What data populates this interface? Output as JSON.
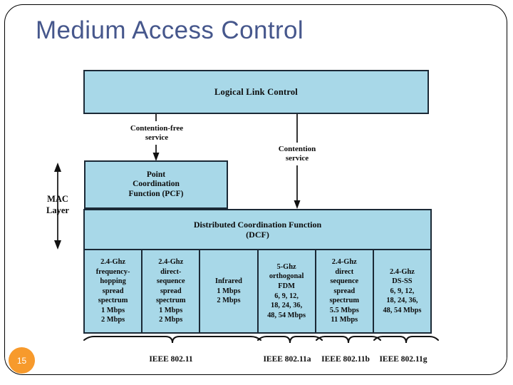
{
  "slide": {
    "title": "Medium Access Control",
    "number": "15",
    "accent_orange": "#F79A2C",
    "title_color": "#46578C",
    "box_fill": "#A8D8E8",
    "box_stroke": "#1b2936"
  },
  "diagram": {
    "llc": {
      "label": "Logical Link Control"
    },
    "pcf": {
      "label": "Point\nCoordination\nFunction (PCF)"
    },
    "dcf": {
      "label": "Distributed Coordination Function\n(DCF)"
    },
    "mac_layer": {
      "label": "MAC\nLayer"
    },
    "connectors": [
      {
        "name": "contention-free",
        "label": "Contention-free\nservice"
      },
      {
        "name": "contention",
        "label": "Contention\nservice"
      }
    ],
    "phy_layers": [
      {
        "label": "2.4-Ghz\nfrequency-\nhopping\nspread\nspectrum\n1 Mbps\n2 Mbps"
      },
      {
        "label": "2.4-Ghz\ndirect-\nsequence\nspread\nspectrum\n1 Mbps\n2 Mbps"
      },
      {
        "label": "Infrared\n1 Mbps\n2 Mbps"
      },
      {
        "label": "5-Ghz\northogonal\nFDM\n6, 9, 12,\n18, 24, 36,\n48, 54 Mbps"
      },
      {
        "label": "2.4-Ghz\ndirect\nsequence\nspread\nspectrum\n5.5 Mbps\n11 Mbps"
      },
      {
        "label": "2.4-Ghz\nDS-SS\n6, 9, 12,\n18, 24, 36,\n48, 54 Mbps"
      }
    ],
    "standards": [
      {
        "label": "IEEE 802.11",
        "span_start": 0,
        "span_end": 2
      },
      {
        "label": "IEEE 802.11a",
        "span_start": 3,
        "span_end": 3
      },
      {
        "label": "IEEE 802.11b",
        "span_start": 4,
        "span_end": 4
      },
      {
        "label": "IEEE 802.11g",
        "span_start": 5,
        "span_end": 5
      }
    ]
  }
}
